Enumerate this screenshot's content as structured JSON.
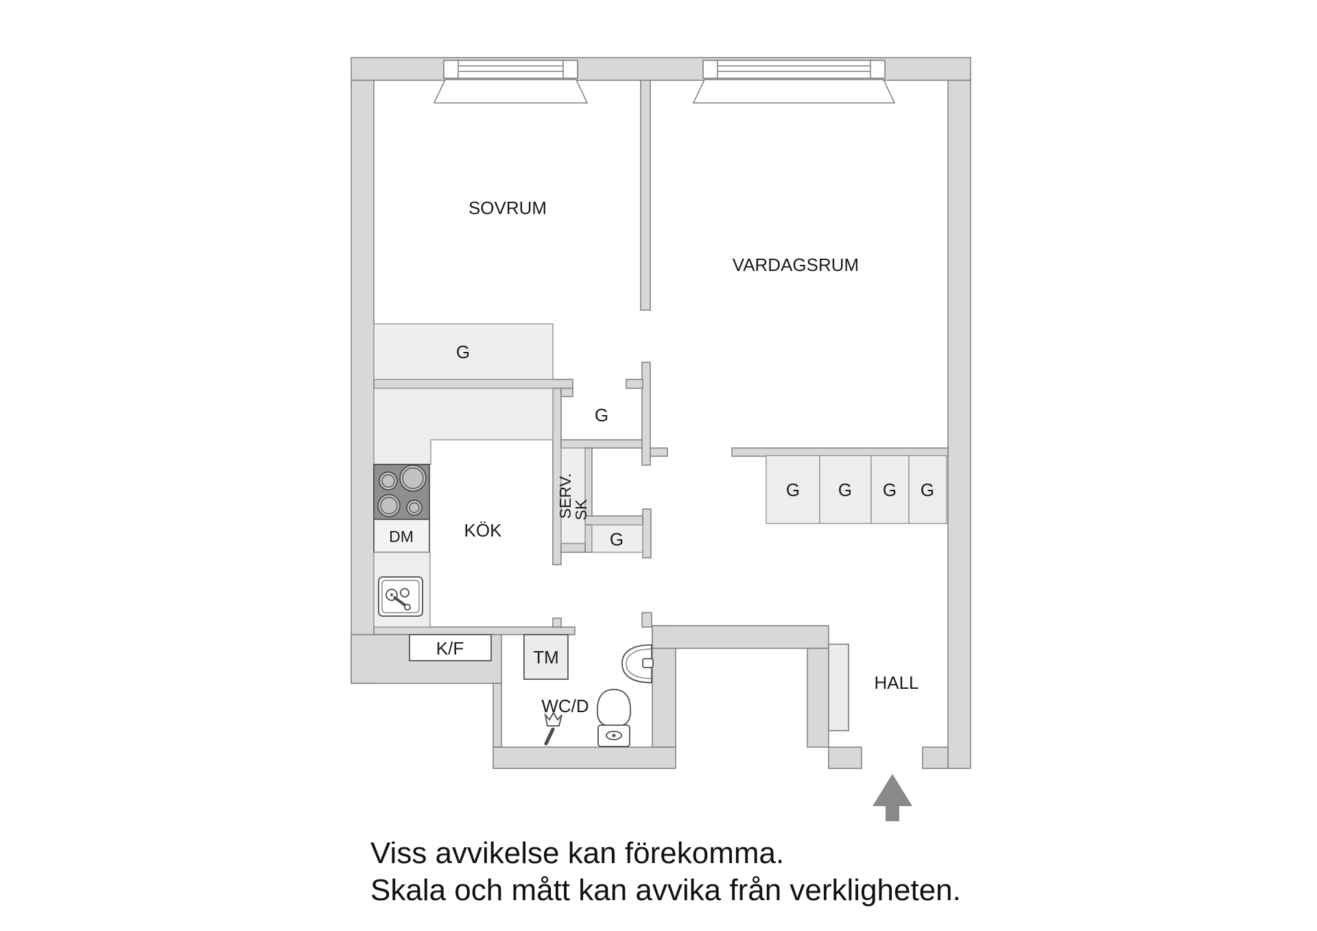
{
  "floor_plan": {
    "rooms": {
      "bedroom": {
        "label": "SOVRUM"
      },
      "living_room": {
        "label": "VARDAGSRUM"
      },
      "kitchen": {
        "label": "KÖK"
      },
      "hall": {
        "label": "HALL"
      },
      "wc_shower": {
        "label": "WC/D"
      }
    },
    "closets": {
      "bedroom_wardrobe": "G",
      "middle_wardrobe": "G",
      "small_wardrobe": "G",
      "serving_cabinet_line1": "SERV.",
      "serving_cabinet_line2": "SK",
      "hall_wardrobes": [
        "G",
        "G",
        "G",
        "G"
      ]
    },
    "appliances": {
      "dishwasher": "DM",
      "fridge_freezer": "K/F",
      "washing_machine": "TM"
    },
    "icons": {
      "entrance_arrow": "up-arrow marking entrance",
      "stove": "4-burner cooktop symbol",
      "kitchen_sink": "sink with faucet symbol",
      "wash_basin": "half-oval basin symbol",
      "toilet": "toilet bowl with tank symbol",
      "toilet_brush": "toilet brush symbol",
      "window": "double-line window symbol"
    },
    "colors": {
      "background": "#ffffff",
      "wall_fill": "#d8d8d8",
      "wall_stroke": "#7d7d7d",
      "closet_fill": "#eeeeee",
      "closet_stroke": "#9a9a9a",
      "appliance_fill": "#ececec",
      "stove_fill": "#8f8f8f",
      "burner_fill": "#c2c2c2",
      "fixture_stroke": "#4d4d4d",
      "arrow_color": "#8a8a8a",
      "text_color": "#1a1a1a"
    },
    "disclaimer": {
      "line1": "Viss avvikelse kan förekomma.",
      "line2": "Skala och mått kan avvika från verkligheten."
    }
  }
}
